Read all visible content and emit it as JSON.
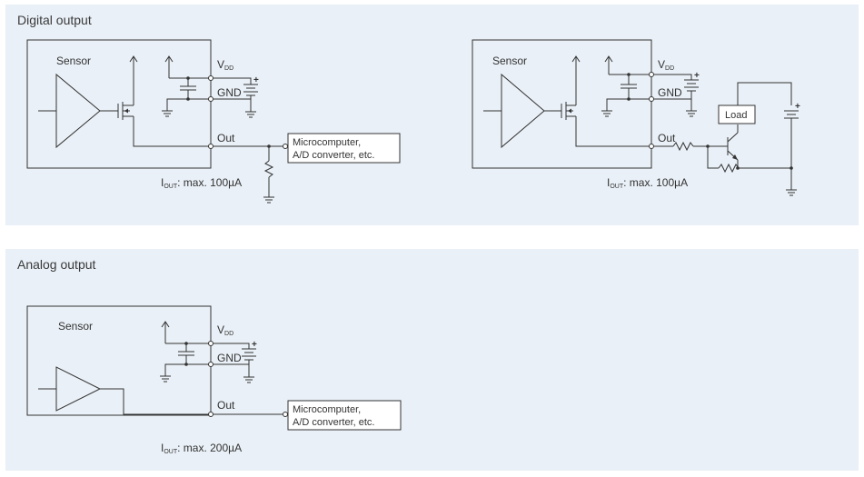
{
  "sections": {
    "digital": {
      "title": "Digital output"
    },
    "analog": {
      "title": "Analog output"
    }
  },
  "labels": {
    "sensor": "Sensor",
    "v": "V",
    "dd": "DD",
    "gnd": "GND",
    "out": "Out",
    "load": "Load",
    "plus": "+",
    "micro_line1": "Microcomputer,",
    "micro_line2": "A/D converter, etc.",
    "i": "I",
    "i_sub": "OUT",
    "iout_digital_suffix": ": max. 100µA",
    "iout_analog_suffix": ": max. 200µA"
  },
  "colors": {
    "panel_bg": "#e9f0f7",
    "line": "#333333"
  }
}
